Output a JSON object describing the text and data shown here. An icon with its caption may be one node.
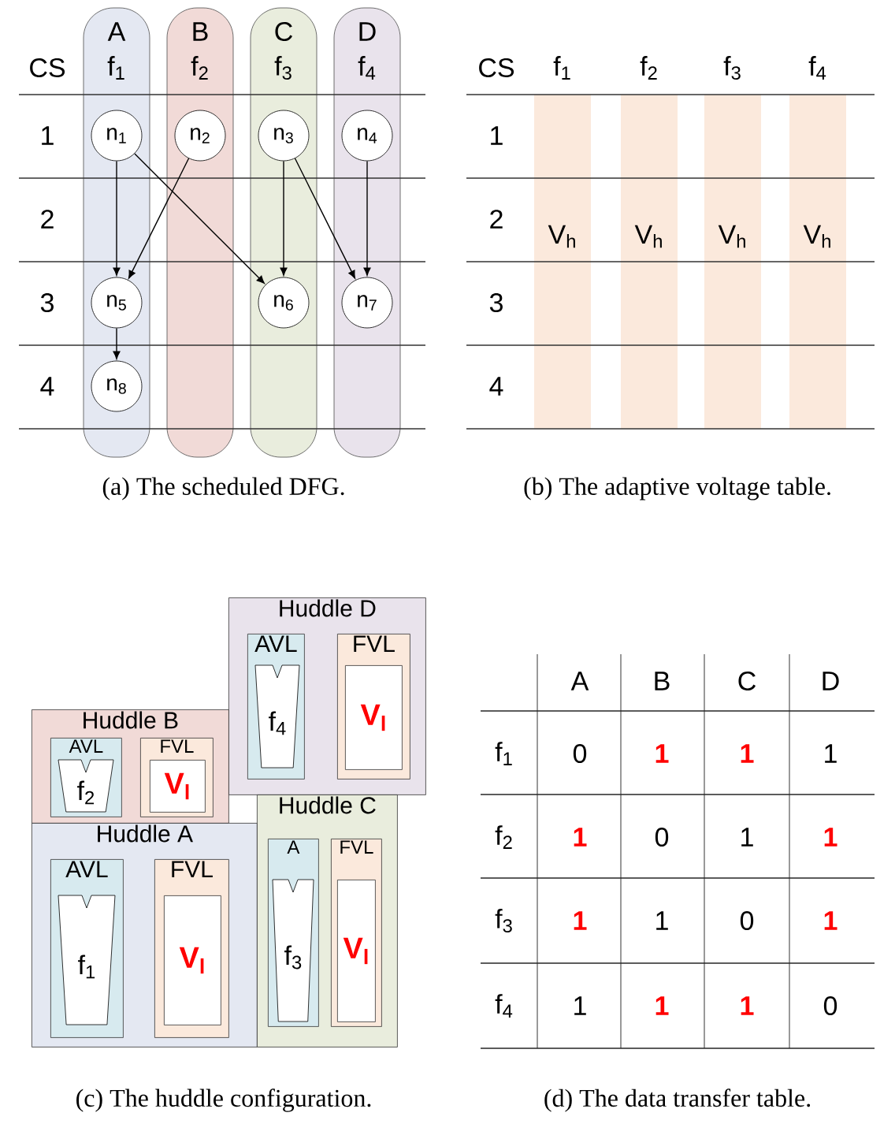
{
  "diagram": {
    "nodes": [
      {
        "text": [
          "A",
          "f$_{1}$"
        ]
      },
      {
        "text": [
          "B",
          "f$_{2}$"
        ]
      },
      {
        "text": [
          "C",
          "f$_{3}$"
        ]
      },
      {
        "text": [
          "D",
          "f$_{4}$"
        ]
      },
      {
        "text": [
          "n$_{1}$"
        ],
        "in": 0
      },
      {
        "text": [
          "n$_{2}$"
        ],
        "in": 1
      },
      {
        "text": [
          "n$_{3}$"
        ],
        "in": 2
      },
      {
        "text": [
          "n$_{4}$"
        ],
        "in": 3
      },
      {
        "text": [
          "n$_{5}$"
        ],
        "in": 0
      },
      {
        "text": [
          "n$_{6}$"
        ],
        "in": 2
      },
      {
        "text": [
          "n$_{7}$"
        ],
        "in": 3
      },
      {
        "text": [
          "n$_{8}$"
        ],
        "in": 0
      },
      {
        "text": [
          "V$_{h}$"
        ]
      },
      {
        "text": [
          "V$_{h}$"
        ]
      },
      {
        "text": [
          "V$_{h}$"
        ]
      },
      {
        "text": [
          "V$_{h}$"
        ]
      },
      {
        "text": [
          "Huddle D"
        ]
      },
      {
        "text": [
          "AVL"
        ],
        "in": 16
      },
      {
        "text": [
          "f$_{4}$"
        ],
        "in": 17
      },
      {
        "text": [
          "FVL"
        ],
        "in": 16
      },
      {
        "text": [
          "V$_{l}$"
        ],
        "in": 19
      },
      {
        "text": [
          "Huddle B"
        ]
      },
      {
        "text": [
          "AVL"
        ],
        "in": 21
      },
      {
        "text": [
          "f$_{2}$"
        ],
        "in": 22
      },
      {
        "text": [
          "FVL"
        ],
        "in": 21
      },
      {
        "text": [
          "V$_{l}$"
        ],
        "in": 24
      },
      {
        "text": [
          "Huddle A"
        ]
      },
      {
        "text": [
          "AVL"
        ],
        "in": 26
      },
      {
        "text": [
          "f$_{1}$"
        ],
        "in": 27
      },
      {
        "text": [
          "FVL"
        ],
        "in": 26
      },
      {
        "text": [
          "V$_{l}$"
        ],
        "in": 29
      },
      {
        "text": [
          "Huddle C"
        ]
      },
      {
        "text": [
          "A"
        ],
        "in": 31
      },
      {
        "text": [
          "f$_{3}$"
        ],
        "in": 32
      },
      {
        "text": [
          "FVL"
        ],
        "in": 31
      },
      {
        "text": [
          "V$_{l}$"
        ],
        "in": 34
      }
    ],
    "edges": [
      {
        "from": 4,
        "to": 8,
        "arrow": "to"
      },
      {
        "from": 4,
        "to": 9,
        "arrow": "to"
      },
      {
        "from": 5,
        "to": 8,
        "arrow": "to"
      },
      {
        "from": 6,
        "to": 9,
        "arrow": "to"
      },
      {
        "from": 6,
        "to": 10,
        "arrow": "to"
      },
      {
        "from": 7,
        "to": 10,
        "arrow": "to"
      },
      {
        "from": 8,
        "to": 11,
        "arrow": "to"
      }
    ],
    "labels": [
      "CS",
      "1",
      "2",
      "3",
      "4",
      "CS",
      "f$_{1}$",
      "f$_{2}$",
      "f$_{3}$",
      "f$_{4}$",
      "1",
      "2",
      "3",
      "4",
      "(a) The scheduled DFG.",
      "(b) The adaptive voltage table.",
      "A",
      "B",
      "C",
      "D",
      "f$_{1}$",
      "0",
      "1",
      "1",
      "1",
      "f$_{2}$",
      "1",
      "0",
      "1",
      "1",
      "f$_{3}$",
      "1",
      "1",
      "0",
      "1",
      "f$_{4}$",
      "1",
      "1",
      "1",
      "0",
      "(c) The huddle configuration.",
      "(d) The data transfer table."
    ]
  }
}
